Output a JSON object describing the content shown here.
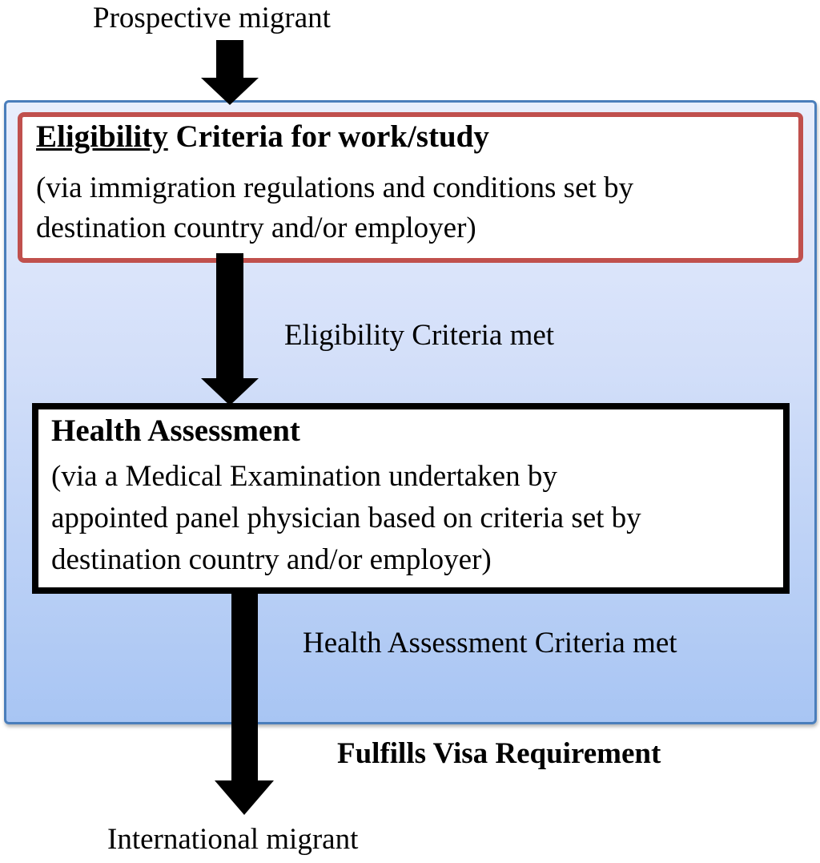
{
  "diagram": {
    "top_label": "Prospective migrant",
    "bottom_label": "International migrant",
    "eligibility_box": {
      "title_underlined": "Eligibility",
      "title_rest": " Criteria for work/study",
      "body_lines": [
        "(via immigration regulations and conditions set by",
        "destination country and/or employer)"
      ]
    },
    "health_box": {
      "title": "Health Assessment",
      "body_lines": [
        "(via a Medical Examination undertaken by",
        "appointed panel physician based on criteria set by",
        "destination country and/or employer)"
      ]
    },
    "arrow_labels": {
      "eligibility_met": "Eligibility Criteria met",
      "health_met": "Health Assessment Criteria met",
      "visa": "Fulfills Visa Requirement"
    },
    "colors": {
      "panel_border": "#4a7ebb",
      "panel_fill_top": "#e8eefc",
      "panel_fill_bottom": "#a8c5f3",
      "eligibility_box_border": "#c0504d",
      "health_box_border": "#000000",
      "arrow": "#000000"
    }
  }
}
